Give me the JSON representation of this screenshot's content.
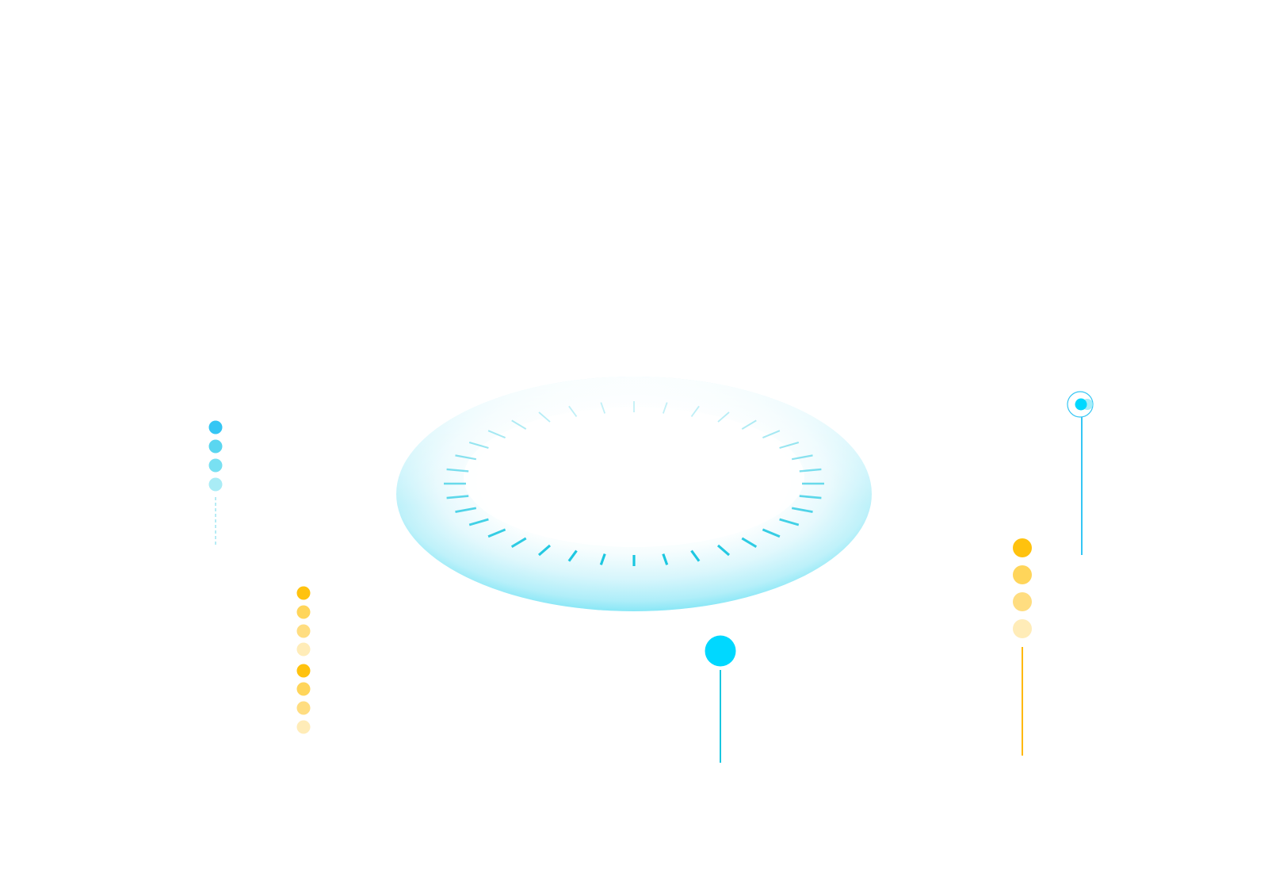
{
  "colors": {
    "background": "#ffffff",
    "cyan": "#00d8ff",
    "sky": "#35c6f4",
    "ring_rim": "#8ee9f7",
    "ring_tick": "#19c6e0",
    "gold": "#ffc20e"
  },
  "ring": {
    "tick_count": 36
  },
  "decorations": [
    {
      "name": "blue-dot-column",
      "color": "sky",
      "dots": 4,
      "line": "dashed"
    },
    {
      "name": "gold-dot-column",
      "color": "gold",
      "dots": 8,
      "line": "none"
    },
    {
      "name": "cyan-pin",
      "color": "cyan",
      "dots": 1,
      "line": "solid"
    },
    {
      "name": "gold-dot-pin",
      "color": "gold",
      "dots": 4,
      "line": "solid"
    },
    {
      "name": "target-pin",
      "color": "cyan",
      "dots": 1,
      "line": "solid",
      "icon": "target-icon"
    }
  ]
}
